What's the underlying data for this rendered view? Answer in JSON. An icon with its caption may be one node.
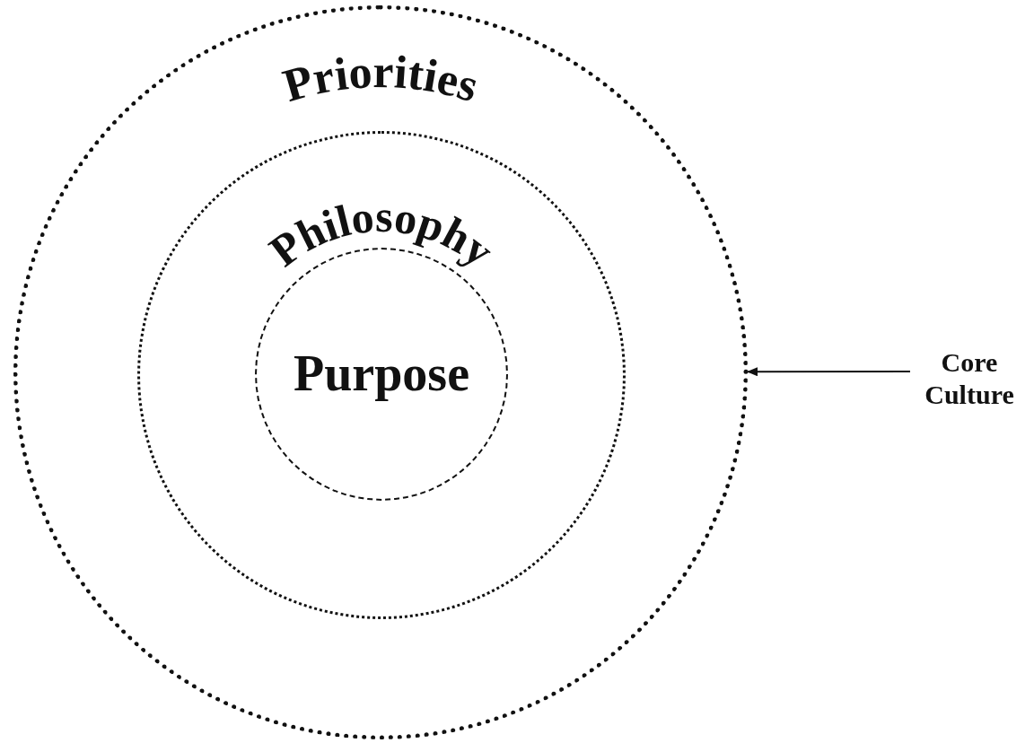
{
  "diagram": {
    "nodes": [
      {
        "text": [
          "Priorities"
        ]
      },
      {
        "text": [
          "Philosophy"
        ],
        "in": 0
      },
      {
        "text": [
          "Purpose"
        ],
        "in": 1
      },
      {
        "text": [
          "Core Culture"
        ]
      }
    ],
    "edges": [
      {
        "from": 3,
        "to": 0,
        "arrow": "to"
      }
    ]
  }
}
